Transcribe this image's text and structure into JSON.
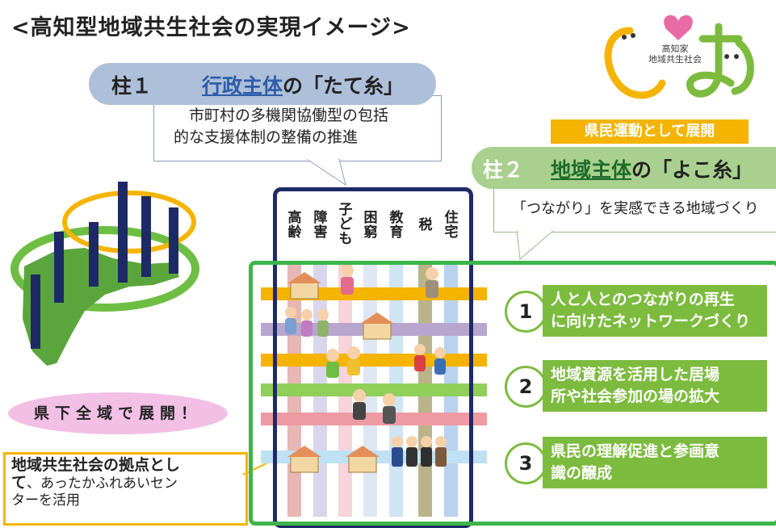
{
  "title": "<高知型地域共生社会の実現イメージ>",
  "pillar1": {
    "label": "柱１",
    "title_main": "行政主体",
    "title_rest": "の「たて糸」",
    "description_line1": "市町村の多機関協働型の包括",
    "description_line2": "的な支援体制の整備の推進"
  },
  "logo": {
    "text_line1": "高知家",
    "text_line2": "地域共生社会"
  },
  "banner": "県民運動として展開",
  "pillar2": {
    "label": "柱２",
    "title_main": "地域主体",
    "title_rest": "の「よこ糸」",
    "description": "「つながり」を実感できる地域づくり"
  },
  "prefecture_label": "県下全域で展開！",
  "center_note": {
    "bold_text": "地域共生社会の拠点とし",
    "bold_char": "て",
    "rest_line1": "、あったかふれあいセン",
    "rest_line2": "ターを活用"
  },
  "vertical_columns": [
    {
      "line1": "高",
      "line2": "齢"
    },
    {
      "line1": "障",
      "line2": "害"
    },
    {
      "line1": "子",
      "line2": "ど",
      "line3": "も"
    },
    {
      "line1": "困",
      "line2": "窮"
    },
    {
      "line1": "教",
      "line2": "育"
    },
    {
      "line1": "税",
      "line2": ""
    },
    {
      "line1": "住",
      "line2": "宅"
    }
  ],
  "actions": [
    {
      "number": "1",
      "line1": "人と人とのつながりの再生",
      "line2": "に向けたネットワークづくり"
    },
    {
      "number": "2",
      "line1": "地域資源を活用した居場",
      "line2": "所や社会参加の場の拡大"
    },
    {
      "number": "3",
      "line1": "県民の理解促進と参画意",
      "line2": "識の醸成"
    }
  ],
  "colors": {
    "navy": "#1e2a66",
    "green": "#3db54a",
    "action_green": "#7dbb3f",
    "orange": "#f5b400",
    "pillar1_tab": "#aebfd9",
    "pillar2_tab": "#a9d08e",
    "pink_oval": "#f2bfe5"
  }
}
